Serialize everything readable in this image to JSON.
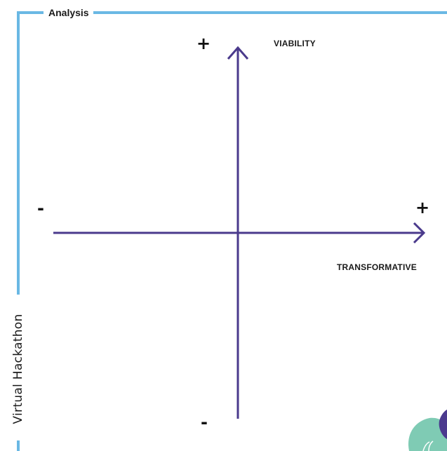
{
  "frame": {
    "title": "Analysis",
    "side_label": "Virtual Hackathon",
    "color": "#6ab8e4"
  },
  "diagram": {
    "y_axis": {
      "label": "VIABILITY",
      "positive_sign": "+",
      "negative_sign": "-"
    },
    "x_axis": {
      "label": "TRANSFORMATIVE",
      "positive_sign": "+",
      "negative_sign": "-"
    },
    "axis_color": "#4a3a8c"
  },
  "decoration": {
    "icon": "leaf-logo-icon",
    "colors": [
      "#7fcbb4",
      "#4b3a8e",
      "#ffffff"
    ]
  }
}
